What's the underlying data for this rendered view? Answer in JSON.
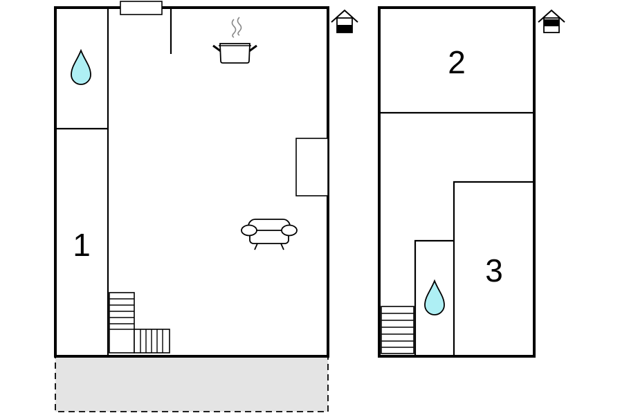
{
  "floorplan": {
    "ground_floor": {
      "rooms": [
        {
          "number": "1"
        }
      ],
      "icons": [
        "water-drop-icon",
        "kitchen-pot-icon",
        "sofa-icon",
        "stairs-icon",
        "house-entrance-icon"
      ],
      "terrace": "dashed-grey-area"
    },
    "upper_floor": {
      "rooms": [
        {
          "number": "2"
        },
        {
          "number": "3"
        }
      ],
      "icons": [
        "water-drop-icon",
        "stairs-icon",
        "house-entrance-icon"
      ]
    },
    "colors": {
      "water": "#aeeff4",
      "terrace": "#e4e4e4",
      "walls": "#000000"
    }
  }
}
